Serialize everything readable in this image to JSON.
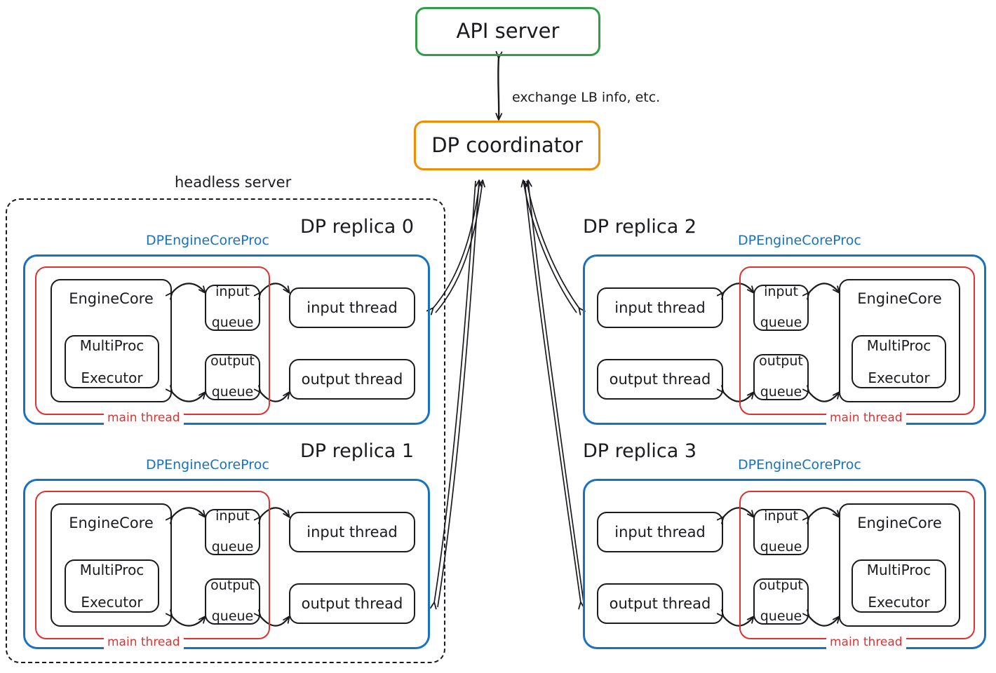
{
  "diagram": {
    "title_nodes": {
      "api_server": "API server",
      "dp_coordinator": "DP coordinator"
    },
    "edge_labels": {
      "api_to_coordinator": "exchange LB info, etc."
    },
    "group_labels": {
      "headless_server": "headless server",
      "proc_label": "DPEngineCoreProc",
      "main_thread": "main thread"
    },
    "node_labels": {
      "engine_core": "EngineCore",
      "multiproc_executor_line1": "MultiProc",
      "multiproc_executor_line2": "Executor",
      "input_queue_line1": "input",
      "input_queue_line2": "queue",
      "output_queue_line1": "output",
      "output_queue_line2": "queue",
      "input_thread": "input thread",
      "output_thread": "output thread"
    },
    "replicas": [
      {
        "title": "DP replica 0",
        "orientation": "left"
      },
      {
        "title": "DP replica 1",
        "orientation": "left"
      },
      {
        "title": "DP replica 2",
        "orientation": "right"
      },
      {
        "title": "DP replica 3",
        "orientation": "right"
      }
    ],
    "colors": {
      "api_server_border": "#2f9e44",
      "dp_coordinator_border": "#f08c00",
      "proc_border": "#1971c2",
      "main_thread_border": "#e03131",
      "node_border": "#1b1b1f",
      "background": "#ffffff"
    }
  }
}
